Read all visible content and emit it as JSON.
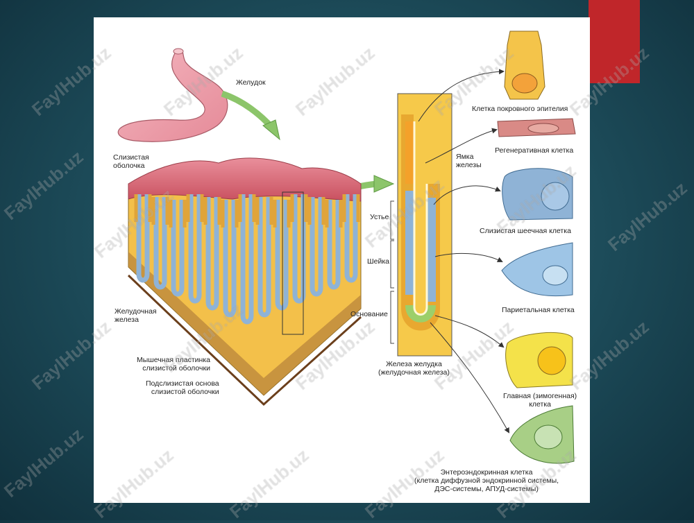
{
  "labels": {
    "stomach": "Желудок",
    "mucosa": "Слизистая\nоболочка",
    "gastric_gland": "Желудочная\nжелеза",
    "muscularis": "Мышечная пластинка\nслизистой оболочки",
    "submucosa": "Подслизистая основа\nслизистой оболочки",
    "pit": "Ямка\nжелезы",
    "mouth": "Устье",
    "neck": "Шейка",
    "base": "Основание",
    "gland_caption": "Железа желудка\n(желудочная железа)",
    "cell_surface": "Клетка покровного эпителия",
    "cell_regen": "Регенеративная клетка",
    "cell_mucous": "Слизистая шеечная клетка",
    "cell_parietal": "Париетальная клетка",
    "cell_chief": "Главная (зимогенная)\nклетка",
    "cell_entero": "Энтероэндокринная клетка\n(клетка диффузной эндокринной системы,\nДЭС-системы, АПУД-системы)"
  },
  "watermark": "FaylHub.uz",
  "colors": {
    "background": "#1c4a58",
    "accent": "#c0262a",
    "mucosa_pink": "#e07a86",
    "gland_yellow": "#f6c94a",
    "cell_blue": "#8fb3d6",
    "arrow_green": "#8cc56a"
  }
}
